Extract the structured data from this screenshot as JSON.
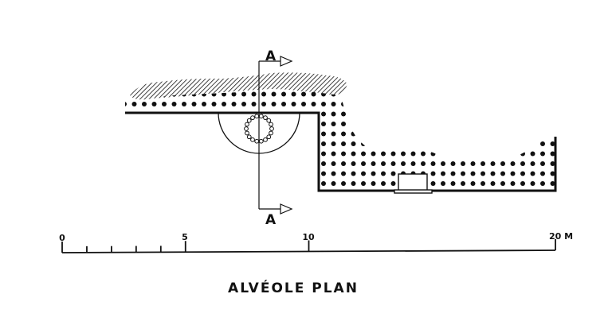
{
  "drawing": {
    "title": "ALVÉOLE PLAN",
    "section_label_top": "A",
    "section_label_bottom": "A"
  },
  "scale_bar": {
    "unit": "M",
    "labels": [
      "0",
      "5",
      "10",
      "20 M"
    ],
    "major_ticks_m": [
      0,
      5,
      10,
      20
    ],
    "minor_ticks_m": [
      1,
      2,
      3,
      4
    ]
  },
  "colors": {
    "ink": "#111111",
    "paper": "#ffffff"
  }
}
